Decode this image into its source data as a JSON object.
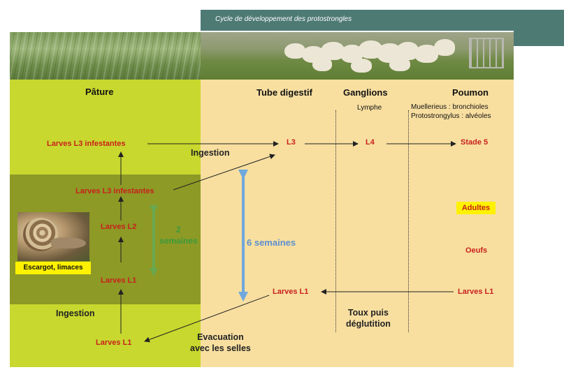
{
  "title": "Cycle de développement des protostrongles",
  "columns": {
    "pature": "Pâture",
    "tube": "Tube digestif",
    "ganglions": "Ganglions",
    "poumon": "Poumon"
  },
  "lymphe": "Lymphe",
  "poumon_notes": [
    "Muellerieus :  bronchioles",
    "Protostrongylus : alvéoles"
  ],
  "stages": {
    "l3_infest_top": "Larves L3 infestantes",
    "l3_infest_mid": "Larves L3 infestantes",
    "l2": "Larves L2",
    "l1_snail": "Larves L1",
    "l1_bottom": "Larves L1",
    "l3": "L3",
    "l4": "L4",
    "stade5": "Stade 5",
    "adultes": "Adultes",
    "oeufs": "Oeufs",
    "l1_lung": "Larves L1",
    "l1_tube": "Larves L1"
  },
  "labels": {
    "ingestion_top": "Ingestion",
    "ingestion_bottom": "Ingestion",
    "two_weeks": [
      "2",
      "semaines"
    ],
    "six_weeks": "6 semaines",
    "toux": [
      "Toux puis",
      "déglutition"
    ],
    "evacuation": [
      "Evacuation",
      "avec les selles"
    ],
    "snail": "Escargot, limaces"
  },
  "colors": {
    "title_band": "#4e7a74",
    "pasture_green": "#c8d82e",
    "snail_box": "#8d9a26",
    "host_tan": "#f8dfa0",
    "stage_red": "#c8201c",
    "two_weeks_green": "#6aa84f",
    "six_weeks_blue": "#6fa8dc",
    "highlight_yellow": "#fff200"
  }
}
